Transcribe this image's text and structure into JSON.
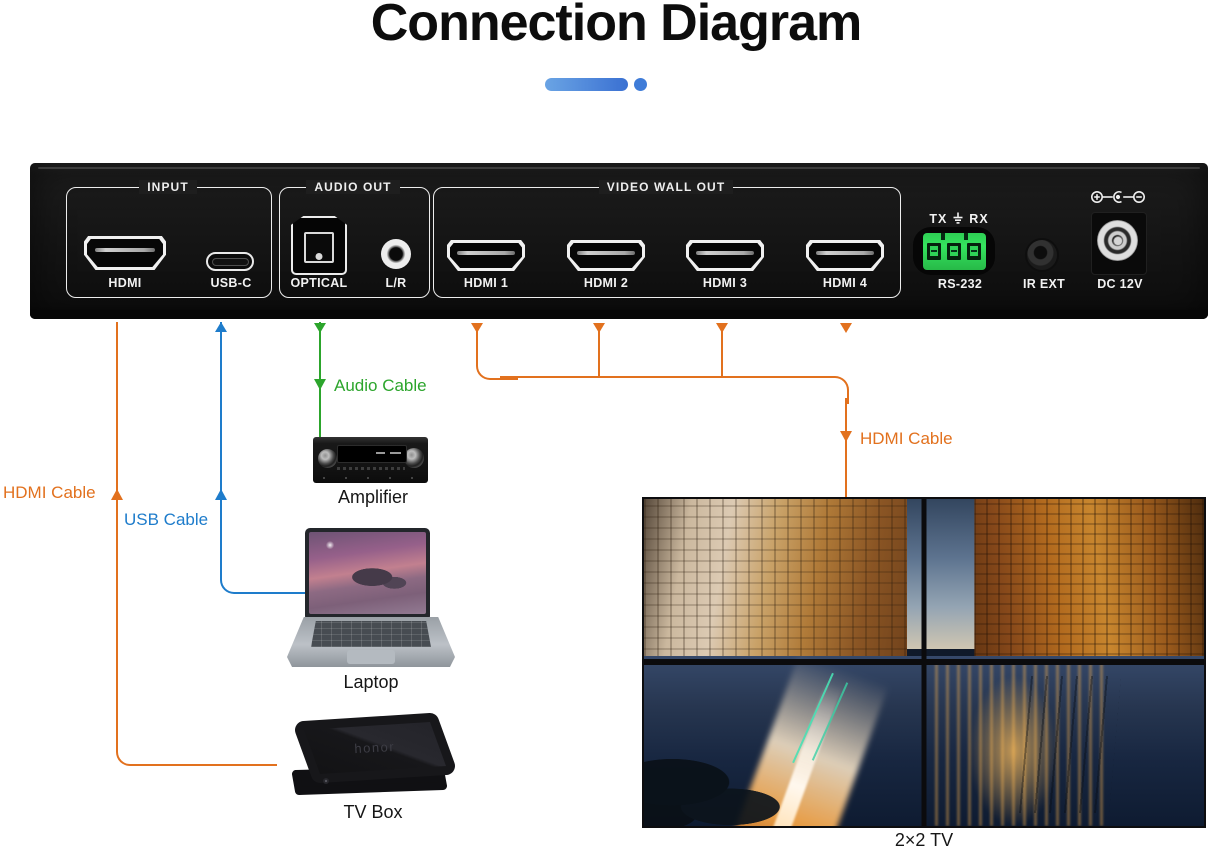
{
  "title": "Connection Diagram",
  "accent": {
    "bar_start": "#6aa4e4",
    "bar_end": "#3a70d2",
    "dot": "#3f7cd8"
  },
  "panel": {
    "sections": [
      {
        "label": "INPUT",
        "ports": [
          {
            "type": "hdmi",
            "label": "HDMI"
          },
          {
            "type": "usb-c",
            "label": "USB-C"
          }
        ]
      },
      {
        "label": "AUDIO OUT",
        "ports": [
          {
            "type": "optical",
            "label": "OPTICAL"
          },
          {
            "type": "jack-3.5mm",
            "label": "L/R"
          }
        ]
      },
      {
        "label": "VIDEO WALL OUT",
        "ports": [
          {
            "type": "hdmi",
            "label": "HDMI 1"
          },
          {
            "type": "hdmi",
            "label": "HDMI 2"
          },
          {
            "type": "hdmi",
            "label": "HDMI 3"
          },
          {
            "type": "hdmi",
            "label": "HDMI 4"
          }
        ]
      }
    ],
    "serial": {
      "tx": "TX",
      "rx": "RX",
      "header": "TX ⏚ RX",
      "label": "RS-232"
    },
    "ir_label": "IR EXT",
    "power_label": "DC 12V"
  },
  "cables": {
    "hdmi_in": {
      "label": "HDMI Cable",
      "color": "#E2711E"
    },
    "usb": {
      "label": "USB Cable",
      "color": "#1E7CCB"
    },
    "audio": {
      "label": "Audio Cable",
      "color": "#2CA52C"
    },
    "hdmi_out": {
      "label": "HDMI Cable",
      "color": "#E2711E"
    }
  },
  "devices": {
    "amplifier": {
      "label": "Amplifier"
    },
    "laptop": {
      "label": "Laptop"
    },
    "tv_box": {
      "label": "TV Box",
      "brand": "honor"
    },
    "video_wall": {
      "label": "2×2 TV"
    }
  }
}
